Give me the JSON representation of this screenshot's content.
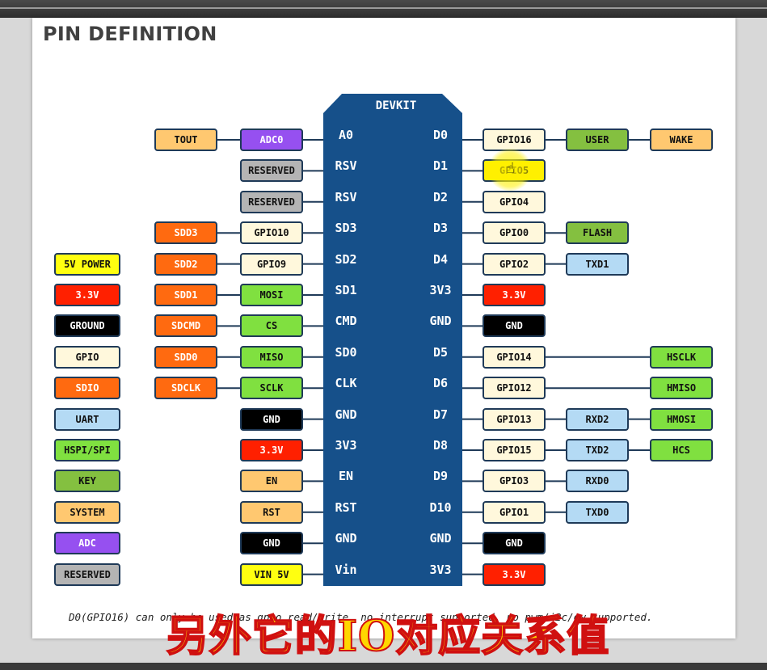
{
  "heading": "PIN DEFINITION",
  "board_label": "DEVKIT",
  "footnote": "D0(GPIO16) can only be used as gpio read/write, no interrupt supported, no pwm/i2c/ow supported.",
  "subtitle": "另外它的IO对应关系值",
  "colors": {
    "board": "#16508a",
    "border": "#1f3a58",
    "gpio": "#fff8dc",
    "adc": "#9650f0",
    "reserved": "#b4b4b4",
    "sdio": "#ff6a10",
    "spi": "#80e040",
    "ground": "#000000",
    "power33": "#ff2000",
    "power5": "#ffff10",
    "system": "#ffc870",
    "uart": "#b4daf4",
    "key": "#84c040",
    "highlight": "#fff000"
  },
  "left_pins": [
    "A0",
    "RSV",
    "RSV",
    "SD3",
    "SD2",
    "SD1",
    "CMD",
    "SD0",
    "CLK",
    "GND",
    "3V3",
    "EN",
    "RST",
    "GND",
    "Vin"
  ],
  "right_pins": [
    "D0",
    "D1",
    "D2",
    "D3",
    "D4",
    "3V3",
    "GND",
    "D5",
    "D6",
    "D7",
    "D8",
    "D9",
    "D10",
    "GND",
    "3V3"
  ],
  "left_near": [
    {
      "label": "ADC0",
      "type": "adc"
    },
    {
      "label": "RESERVED",
      "type": "reserved"
    },
    {
      "label": "RESERVED",
      "type": "reserved"
    },
    {
      "label": "GPIO10",
      "type": "gpio"
    },
    {
      "label": "GPIO9",
      "type": "gpio"
    },
    {
      "label": "MOSI",
      "type": "spi"
    },
    {
      "label": "CS",
      "type": "spi"
    },
    {
      "label": "MISO",
      "type": "spi"
    },
    {
      "label": "SCLK",
      "type": "spi"
    },
    {
      "label": "GND",
      "type": "ground"
    },
    {
      "label": "3.3V",
      "type": "power33"
    },
    {
      "label": "EN",
      "type": "system"
    },
    {
      "label": "RST",
      "type": "system"
    },
    {
      "label": "GND",
      "type": "ground"
    },
    {
      "label": "VIN 5V",
      "type": "power5"
    }
  ],
  "left_far": [
    {
      "row": 0,
      "label": "TOUT",
      "type": "system"
    },
    {
      "row": 3,
      "label": "SDD3",
      "type": "sdio"
    },
    {
      "row": 4,
      "label": "SDD2",
      "type": "sdio"
    },
    {
      "row": 5,
      "label": "SDD1",
      "type": "sdio"
    },
    {
      "row": 6,
      "label": "SDCMD",
      "type": "sdio"
    },
    {
      "row": 7,
      "label": "SDD0",
      "type": "sdio"
    },
    {
      "row": 8,
      "label": "SDCLK",
      "type": "sdio"
    }
  ],
  "right_near": [
    {
      "label": "GPIO16",
      "type": "gpio"
    },
    {
      "label": "GPIO5",
      "type": "gpio"
    },
    {
      "label": "GPIO4",
      "type": "gpio"
    },
    {
      "label": "GPIO0",
      "type": "gpio"
    },
    {
      "label": "GPIO2",
      "type": "gpio"
    },
    {
      "label": "3.3V",
      "type": "power33"
    },
    {
      "label": "GND",
      "type": "ground"
    },
    {
      "label": "GPIO14",
      "type": "gpio"
    },
    {
      "label": "GPIO12",
      "type": "gpio"
    },
    {
      "label": "GPIO13",
      "type": "gpio"
    },
    {
      "label": "GPIO15",
      "type": "gpio"
    },
    {
      "label": "GPIO3",
      "type": "gpio"
    },
    {
      "label": "GPIO1",
      "type": "gpio"
    },
    {
      "label": "GND",
      "type": "ground"
    },
    {
      "label": "3.3V",
      "type": "power33"
    }
  ],
  "right_mid": [
    {
      "row": 0,
      "label": "USER",
      "type": "key"
    },
    {
      "row": 3,
      "label": "FLASH",
      "type": "key"
    },
    {
      "row": 4,
      "label": "TXD1",
      "type": "uart"
    },
    {
      "row": 9,
      "label": "RXD2",
      "type": "uart"
    },
    {
      "row": 10,
      "label": "TXD2",
      "type": "uart"
    },
    {
      "row": 11,
      "label": "RXD0",
      "type": "uart"
    },
    {
      "row": 12,
      "label": "TXD0",
      "type": "uart"
    }
  ],
  "right_far": [
    {
      "row": 0,
      "label": "WAKE",
      "type": "system"
    },
    {
      "row": 7,
      "label": "HSCLK",
      "type": "spi"
    },
    {
      "row": 8,
      "label": "HMISO",
      "type": "spi"
    },
    {
      "row": 9,
      "label": "HMOSI",
      "type": "spi"
    },
    {
      "row": 10,
      "label": "HCS",
      "type": "spi"
    }
  ],
  "legend": [
    {
      "label": "5V POWER",
      "type": "power5"
    },
    {
      "label": "3.3V",
      "type": "power33"
    },
    {
      "label": "GROUND",
      "type": "ground"
    },
    {
      "label": "GPIO",
      "type": "gpio"
    },
    {
      "label": "SDIO",
      "type": "sdio"
    },
    {
      "label": "UART",
      "type": "uart"
    },
    {
      "label": "HSPI/SPI",
      "type": "spi"
    },
    {
      "label": "KEY",
      "type": "key"
    },
    {
      "label": "SYSTEM",
      "type": "system"
    },
    {
      "label": "ADC",
      "type": "adc"
    },
    {
      "label": "RESERVED",
      "type": "reserved"
    }
  ]
}
